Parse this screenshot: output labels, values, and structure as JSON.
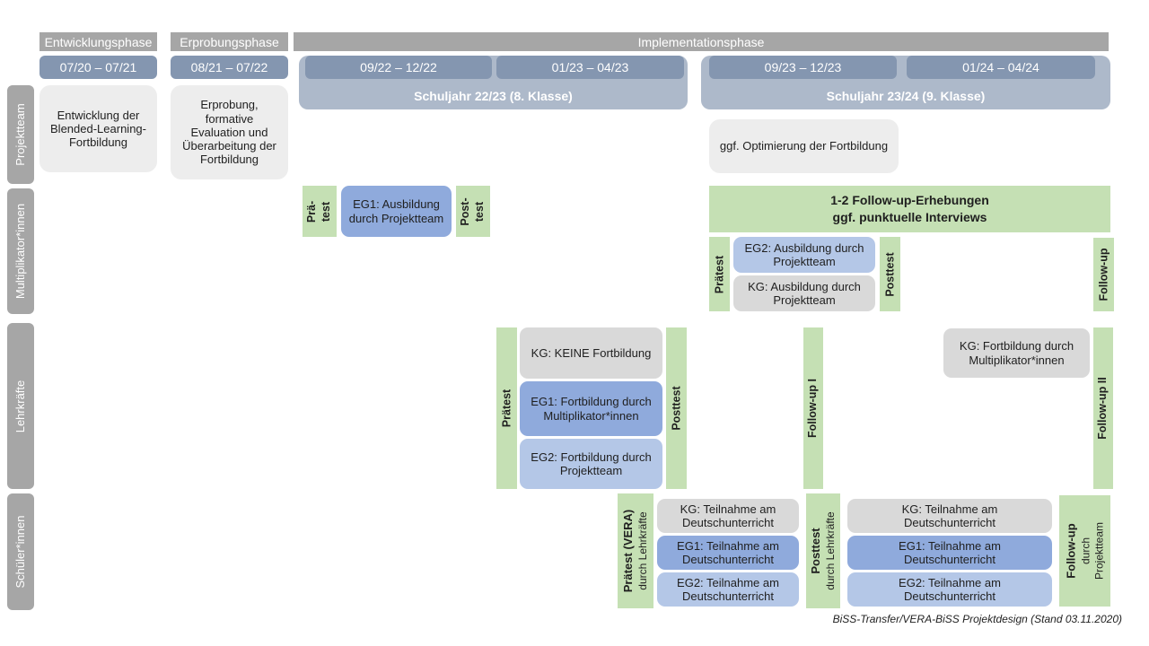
{
  "palette": {
    "header_gray": "#a6a6a6",
    "steel_blue": "#8496b0",
    "container_blue": "#adb9ca",
    "eg1_blue": "#8faadc",
    "eg2_blue": "#b4c7e7",
    "kg_gray": "#d9d9d9",
    "light_gray_box": "#ededed",
    "green": "#c5e0b4",
    "text_dark": "#1f1f1f"
  },
  "phases": {
    "entwicklung": "Entwicklungsphase",
    "erprobung": "Erprobungsphase",
    "implementation": "Implementationsphase"
  },
  "timeline": {
    "d1": "07/20 – 07/21",
    "d2": "08/21 – 07/22",
    "d3": "09/22 – 12/22",
    "d4": "01/23 – 04/23",
    "d5": "09/23 – 12/23",
    "d6": "01/24 – 04/24",
    "sy1": "Schuljahr 22/23 (8. Klasse)",
    "sy2": "Schuljahr 23/24 (9. Klasse)"
  },
  "sidebar": {
    "r1": "Projektteam",
    "r2": "Multiplikator*innen",
    "r3": "Lehrkräfte",
    "r4": "Schüler*innen"
  },
  "projektteam": {
    "b1": "Entwicklung der Blended-Learning-Fortbildung",
    "b2": "Erprobung, formative Evaluation und Überarbeitung der Fortbildung",
    "b3": "ggf. Optimierung der Fortbildung"
  },
  "multiplikatoren": {
    "praetest1_l1": "Prä-",
    "praetest1_l2": "test",
    "eg1": "EG1: Ausbildung durch Projektteam",
    "posttest1_l1": "Post-",
    "posttest1_l2": "test",
    "followup_l1": "1-2 Follow-up-Erhebungen",
    "followup_l2": "ggf. punktuelle Interviews",
    "praetest2": "Prätest",
    "eg2": "EG2: Ausbildung durch Projektteam",
    "kg": "KG: Ausbildung durch Projektteam",
    "posttest2": "Posttest",
    "followup_bar": "Follow-up"
  },
  "lehrkraefte": {
    "praetest": "Prätest",
    "kg1": "KG: KEINE Fortbildung",
    "eg1": "EG1: Fortbildung durch Multiplikator*innen",
    "eg2": "EG2: Fortbildung durch Projektteam",
    "posttest": "Posttest",
    "followup1": "Follow-up I",
    "kg2": "KG: Fortbildung durch Multiplikator*innen",
    "followup2": "Follow-up II"
  },
  "schueler": {
    "praetest_l1": "Prätest (VERA)",
    "praetest_l2": "durch Lehrkräfte",
    "kg": "KG: Teilnahme am Deutschunterricht",
    "eg1": "EG1: Teilnahme am Deutschunterricht",
    "eg2": "EG2: Teilnahme am Deutschunterricht",
    "posttest_l1": "Posttest",
    "posttest_l2": "durch Lehrkräfte",
    "followup_l1": "Follow-up",
    "followup_l2": "durch",
    "followup_l3": "Projektteam"
  },
  "caption": "BiSS-Transfer/VERA-BiSS Projektdesign (Stand 03.11.2020)"
}
